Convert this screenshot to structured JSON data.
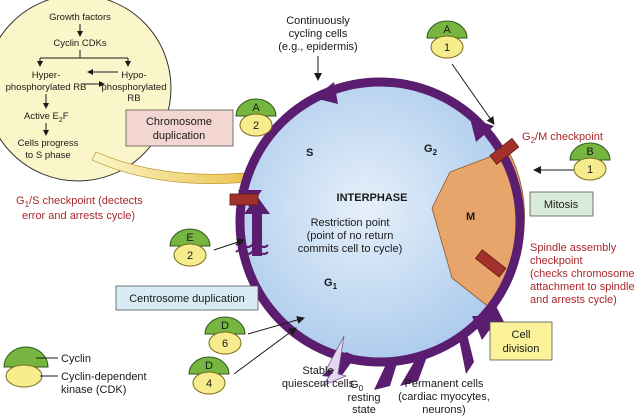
{
  "inset_flow": {
    "growth_factors": "Growth factors",
    "cyclin_cdks": "Cyclin CDKs",
    "hyper_line1": "Hyper-",
    "hyper_line2": "phosphorylated RB",
    "hypo_line1": "Hypo-",
    "hypo_line2": "phosphorylated",
    "hypo_line3": "RB",
    "active": "Active E",
    "active_sub": "2",
    "active_end": "F",
    "cells_line1": "Cells progress",
    "cells_line2": "to S phase"
  },
  "boxes": {
    "chromosome_duplication_line1": "Chromosome",
    "chromosome_duplication_line2": "duplication",
    "mitosis": "Mitosis",
    "centrosome_duplication": "Centrosome duplication",
    "cell_division_line1": "Cell",
    "cell_division_line2": "division"
  },
  "labels": {
    "continuous_line1": "Continuously",
    "continuous_line2": "cycling cells",
    "continuous_line3": "(e.g., epidermis)",
    "phase_s": "S",
    "phase_g2": "G",
    "phase_g2_sub": "2",
    "phase_g1": "G",
    "phase_g1_sub": "1",
    "phase_m": "M",
    "interphase": "INTERPHASE",
    "restriction_line1": "Restriction point",
    "restriction_line2": "(point of no return",
    "restriction_line3": "commits cell to cycle)",
    "stable_line1": "Stable",
    "stable_line2": "quiescent cells",
    "g0": "G",
    "g0_sub": "0",
    "g0_line2": "resting",
    "g0_line3": "state",
    "permanent_line1": "Permanent cells",
    "permanent_line2": "(cardiac myocytes,",
    "permanent_line3": "neurons)"
  },
  "checkpoints": {
    "g1s_pre": "G",
    "g1s_sub": "1",
    "g1s_line1": "/S checkpoint (dectects",
    "g1s_line2": "error and arrests cycle)",
    "g2m_pre": "G",
    "g2m_sub": "2",
    "g2m_line1": "/M checkpoint",
    "spindle_line1": "Spindle assembly",
    "spindle_line2": "checkpoint",
    "spindle_line3": "(checks chromosome",
    "spindle_line4": "attachment to spindle",
    "spindle_line5": "and arrests cycle)"
  },
  "complexes": [
    {
      "id": "a-top-right",
      "cyclin": "A",
      "cdk": "1"
    },
    {
      "id": "a-left",
      "cyclin": "A",
      "cdk": "2"
    },
    {
      "id": "b-right",
      "cyclin": "B",
      "cdk": "1"
    },
    {
      "id": "e-left",
      "cyclin": "E",
      "cdk": "2"
    },
    {
      "id": "d-upper",
      "cyclin": "D",
      "cdk": "6"
    },
    {
      "id": "d-lower",
      "cyclin": "D",
      "cdk": "4"
    }
  ],
  "legend": {
    "cyclin": "Cyclin",
    "cdk_line1": "Cyclin-dependent",
    "cdk_line2": "kinase (CDK)"
  },
  "colors": {
    "ring": "#5b1d6f",
    "cell_fill": "#b9d4ef",
    "m_fill": "#e7a46b",
    "checkpoint_bar": "#a2312b",
    "checkpoint_text": "#a8282a",
    "cyclin_green": "#76b53f",
    "cdk_yellow": "#f6ec8e",
    "inset_fill": "#fbf6c9",
    "chromosome_box": "#f3d6d1",
    "mitosis_box": "#d8ebd8",
    "centrosome_box": "#d9ecf5",
    "division_box": "#fbf29a"
  }
}
